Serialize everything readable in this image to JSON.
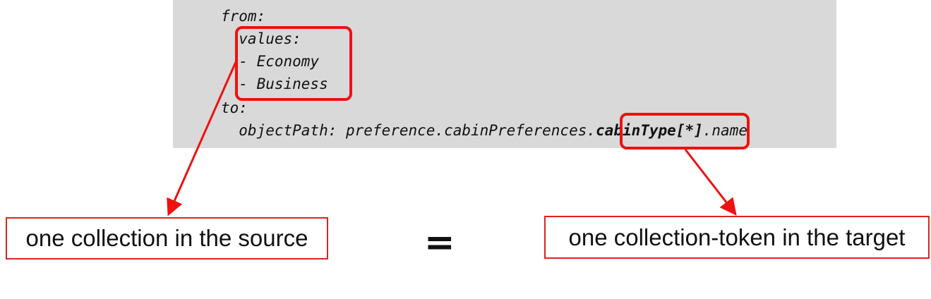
{
  "code": {
    "lines": [
      "from:",
      "  values:",
      "  - Economy",
      "  - Business",
      "to:",
      "  objectPath: preference.cabinPreferences"
    ],
    "path_token": "cabinType[*]",
    "path_suffix": ".name",
    "path_dot": "."
  },
  "labels": {
    "source": "one collection in the source",
    "equals": "=",
    "target": "one collection-token in the target"
  },
  "colors": {
    "highlight": "#ee1111",
    "code_background": "#d9d9d9"
  }
}
